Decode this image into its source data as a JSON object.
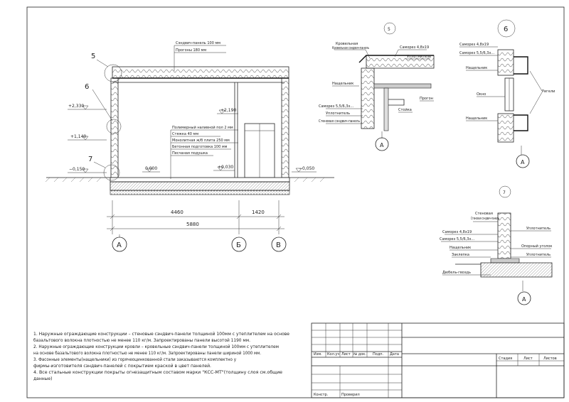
{
  "section": {
    "markers": [
      "5",
      "6",
      "7"
    ],
    "levels": {
      "l1": "+2,330",
      "l2": "+1,140",
      "l3": "−0,150",
      "l4": "+2,190",
      "l5": "0,000",
      "l6": "+0,030",
      "l7": "−0,050"
    },
    "roof_callout": [
      "Сэндвич-панель 100 мм",
      "Прогоны 180 мм"
    ],
    "floor_callout": [
      "Полимерный наливной пол 2 мм",
      "Стяжка 40 мм",
      "Монолитная ж/б плита 250 мм",
      "Бетонная подготовка 100 мм",
      "Песчаная подушка"
    ],
    "dims": {
      "d1": "4460",
      "d2": "1420",
      "d3": "5880"
    },
    "axes": [
      "А",
      "Б",
      "В"
    ]
  },
  "node5": {
    "num": "5",
    "labels": {
      "roof_panel": "Кровельная сэндвич-панель",
      "screw1": "Саморез 4,8х19",
      "seal1": "Уплотнитель",
      "flashing": "Нащельник",
      "purlin": "Прогон",
      "screw2": "Саморез 5,5/6,3х…",
      "seal2": "Уплотнитель",
      "column": "Стойка",
      "wall_panel": "Стеновая сэндвич-панель"
    },
    "axis": "А"
  },
  "node6": {
    "num": "6",
    "labels": {
      "screw1": "Саморез 4,8х19",
      "screw2": "Саморез 5,5/6,3х…",
      "flashing1": "Нащельник",
      "window": "Окно",
      "rigels": "Ригели",
      "flashing2": "Нащельник"
    },
    "axis": "А"
  },
  "node7": {
    "num": "7",
    "labels": {
      "wall_panel": "Стеновая сэндвич-панель",
      "seal1": "Уплотнитель",
      "screw1": "Саморез 4,8х19",
      "screw2": "Саморез 5,5/6,3х…",
      "corner": "Опорный уголок",
      "flashing": "Нащельник",
      "closure": "Заклепка",
      "seal2": "Уплотнитель",
      "dowel": "Дюбель-гвоздь"
    },
    "axis": "А"
  },
  "notes": [
    "1. Наружные ограждающие конструкции – стеновые сэндвич-панели толщиной 100мм с утеплителем на основе",
    "базальтового волокна плотностью не менее 110 кг/м. Запроектированы панели высотой 1190 мм.",
    "2. Наружные ограждающие конструкции кровли – кровельные сэндвич-панели толщиной 100мм с утеплителем",
    "на основе базальтового волокна плотностью не менее 110 кг/м. Запроектированы панели шириной 1000 мм.",
    "3. Фасонные элементы(нащельники) из горячеоцинкованной стали заказываются комплектно у",
    "фирмы-изготовителя сэндвич-панелей с покрытием краской в цвет панелей.",
    "4. Все стальные конструкции покрыты огнезащитным составом марки \"КСС-МТ\"(толщину слоя см.общие",
    "данные)"
  ],
  "title_block": {
    "cols": [
      "Изм.",
      "Кол.уч",
      "Лист",
      "№ док.",
      "Подп.",
      "Дата"
    ],
    "stage_cols": [
      "Стадия",
      "Лист",
      "Листов"
    ],
    "rows": [
      "Констр.",
      "Проверил"
    ]
  }
}
